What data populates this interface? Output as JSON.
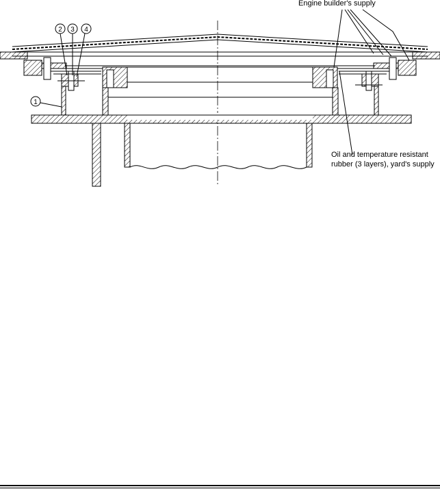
{
  "labels": {
    "engine_supply": "Engine builder's supply",
    "rubber_line1": "Oil and temperature resistant",
    "rubber_line2": "rubber (3 layers), yard's supply"
  },
  "callouts": [
    "1",
    "2",
    "3",
    "4"
  ]
}
